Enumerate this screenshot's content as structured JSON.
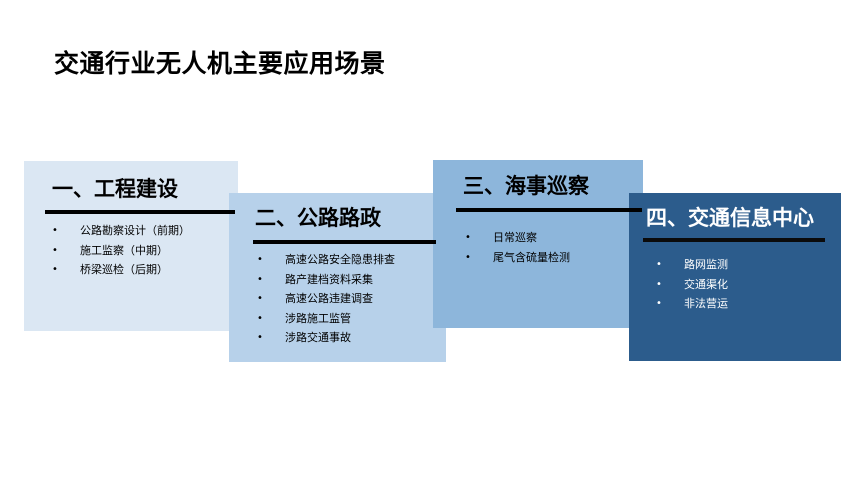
{
  "title": "交通行业无人机主要应用场景",
  "cards": [
    {
      "title": "一、工程建设",
      "items": [
        "公路勘察设计（前期）",
        "施工监察（中期）",
        "桥梁巡检（后期）"
      ]
    },
    {
      "title": "二、公路路政",
      "items": [
        "高速公路安全隐患排查",
        "路产建档资料采集",
        "高速公路违建调查",
        "涉路施工监管",
        "涉路交通事故"
      ]
    },
    {
      "title": "三、海事巡察",
      "items": [
        "日常巡察",
        "尾气含硫量检测"
      ]
    },
    {
      "title": "四、交通信息中心",
      "items": [
        "路网监测",
        "交通渠化",
        "非法营运"
      ]
    }
  ],
  "bullet": "•",
  "colors": {
    "card1_bg": "#dbe7f3",
    "card2_bg": "#b7d1ea",
    "card3_bg": "#8db6db",
    "card4_bg": "#2c5c8c",
    "card4_text": "#ffffff",
    "rule": "#000000"
  }
}
